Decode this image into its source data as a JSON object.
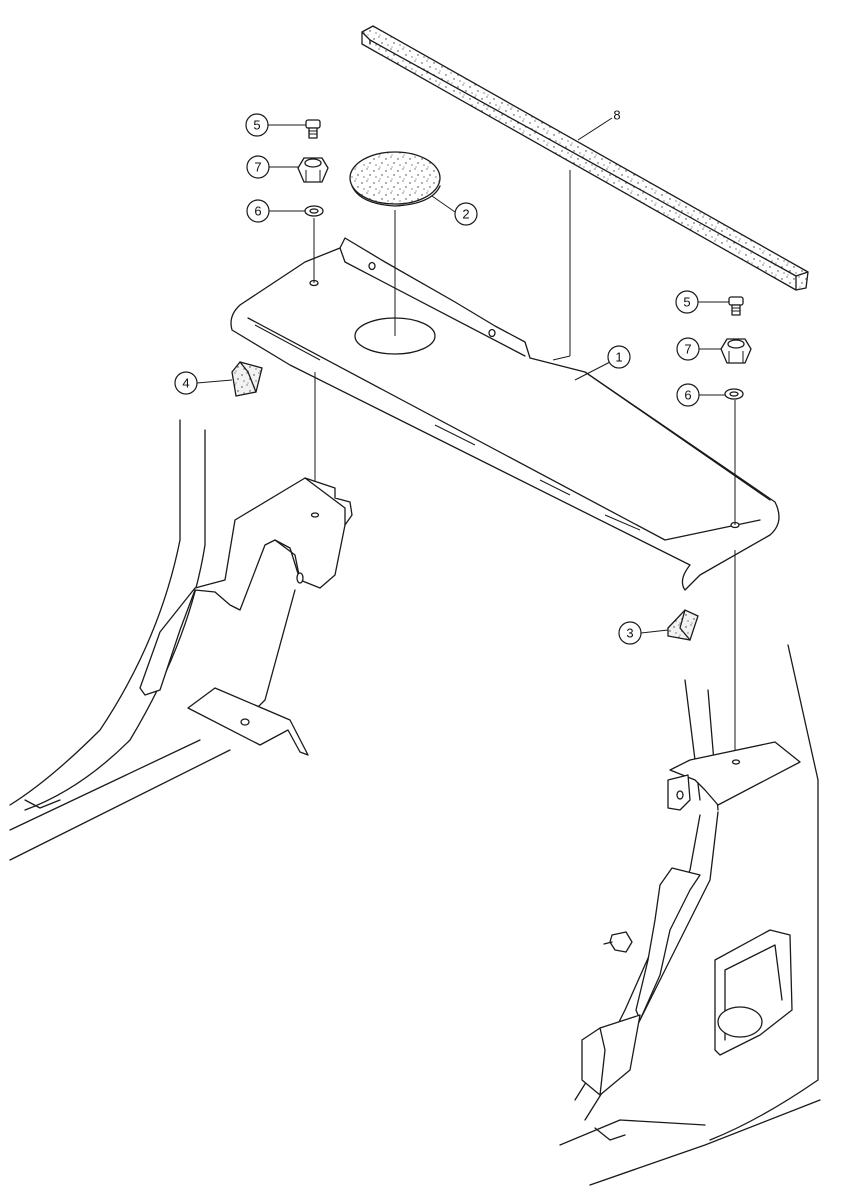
{
  "diagram": {
    "callouts": {
      "c1": "1",
      "c2": "2",
      "c3": "3",
      "c4": "4",
      "c5a": "5",
      "c5b": "5",
      "c6a": "6",
      "c6b": "6",
      "c7a": "7",
      "c7b": "7",
      "c8": "8"
    },
    "icons": [
      "speckle-texture",
      "hex-nut",
      "bolt",
      "washer",
      "bracket"
    ]
  }
}
